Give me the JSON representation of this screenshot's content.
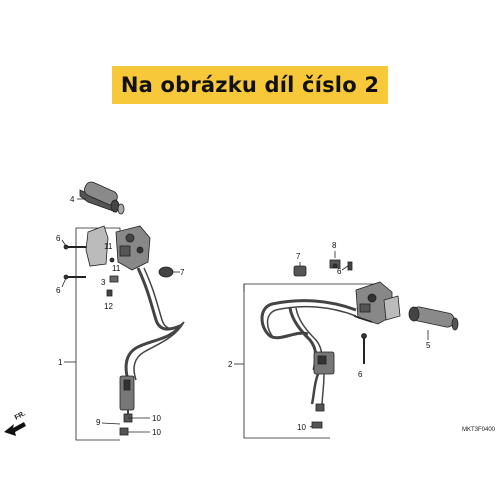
{
  "banner": {
    "text": "Na obrázku díl číslo 2"
  },
  "callouts": {
    "c1": "1",
    "c2": "2",
    "c3": "3",
    "c4": "4",
    "c5": "5",
    "c6a": "6",
    "c6b": "6",
    "c6c": "6",
    "c6d": "6",
    "c7a": "7",
    "c7b": "7",
    "c8": "8",
    "c9": "9",
    "c10a": "10",
    "c10b": "10",
    "c10c": "10",
    "c11a": "11",
    "c11b": "11",
    "c12": "12"
  },
  "direction": {
    "label": "FR."
  },
  "drawing_code": "MKT3F0400",
  "colors": {
    "banner": "#f6c83a",
    "line": "#222222",
    "part": "#333333"
  }
}
